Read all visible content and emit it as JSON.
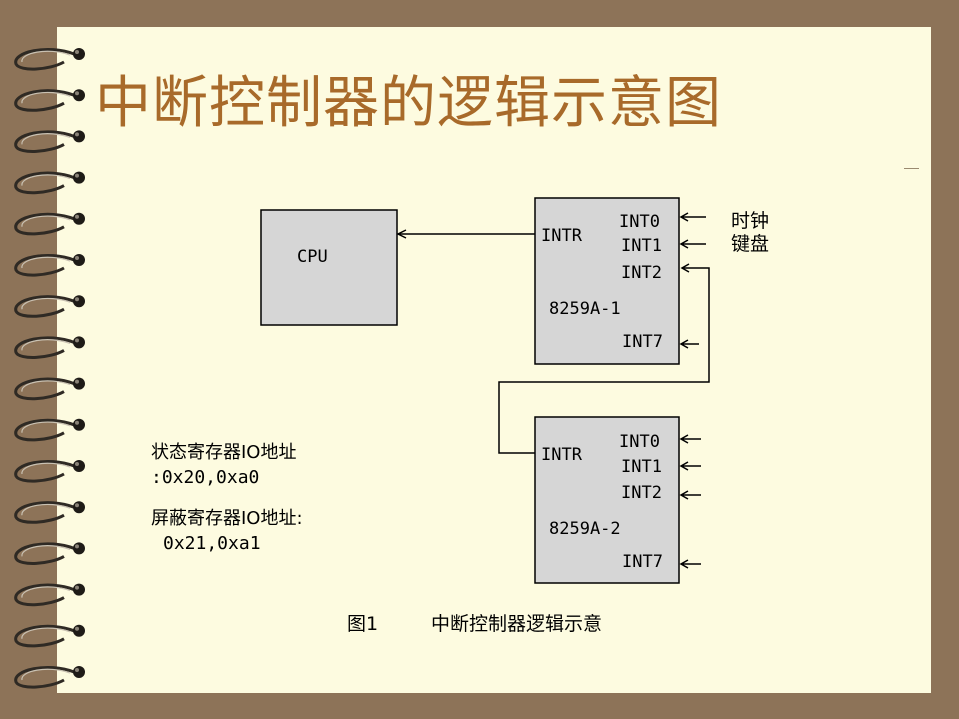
{
  "title": "中断控制器的逻辑示意图",
  "cpu": {
    "label": "CPU"
  },
  "chip1": {
    "name": "8259A-1",
    "intr": "INTR",
    "pins": [
      "INT0",
      "INT1",
      "INT2",
      "INT7"
    ],
    "inputs": [
      "时钟",
      "键盘"
    ]
  },
  "chip2": {
    "name": "8259A-2",
    "intr": "INTR",
    "pins": [
      "INT0",
      "INT1",
      "INT2",
      "INT7"
    ]
  },
  "notes": {
    "status_label": "状态寄存器IO地址",
    "status_value": ":0x20,0xa0",
    "mask_label": "屏蔽寄存器IO地址:",
    "mask_value": "0x21,0xa1"
  },
  "caption": {
    "number": "图1",
    "text": "中断控制器逻辑示意"
  },
  "colors": {
    "background": "#8d7358",
    "page": "#fdfbe0",
    "title": "#a86a2a",
    "box": "#d6d6d6"
  }
}
